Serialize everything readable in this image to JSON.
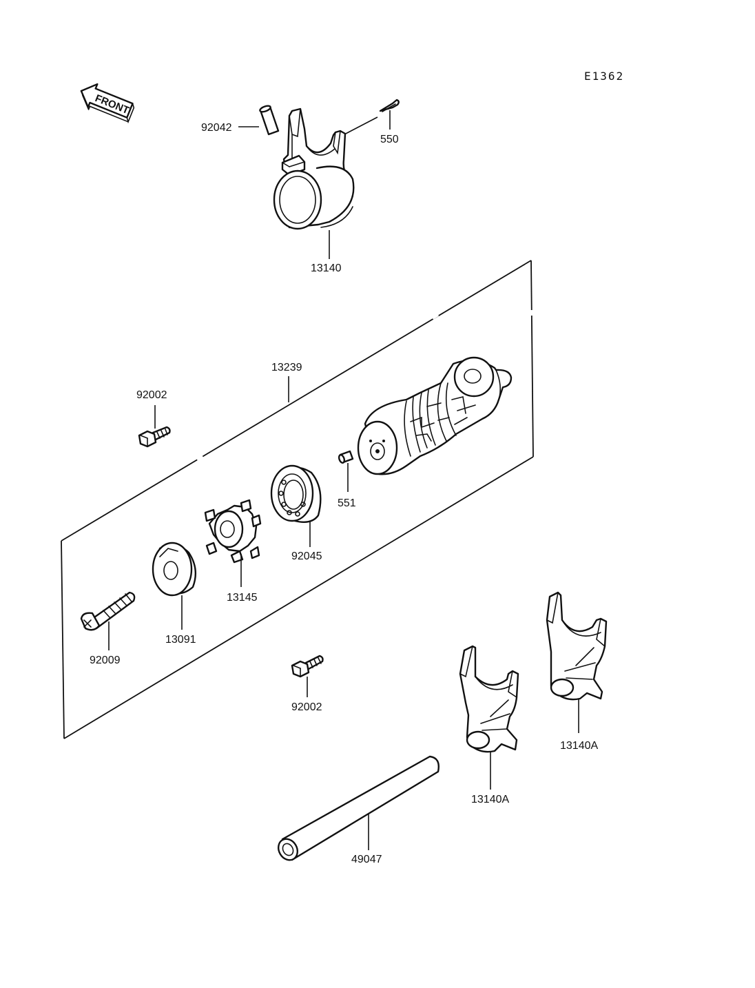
{
  "diagram_code": "E1362",
  "front_label": "FRONT",
  "labels": {
    "p92042": "92042",
    "p550": "550",
    "p13140": "13140",
    "p13239": "13239",
    "p92002_top": "92002",
    "p551": "551",
    "p92045": "92045",
    "p13145": "13145",
    "p13091": "13091",
    "p92009": "92009",
    "p92002_bottom": "92002",
    "p13140A_left": "13140A",
    "p13140A_right": "13140A",
    "p49047": "49047"
  }
}
